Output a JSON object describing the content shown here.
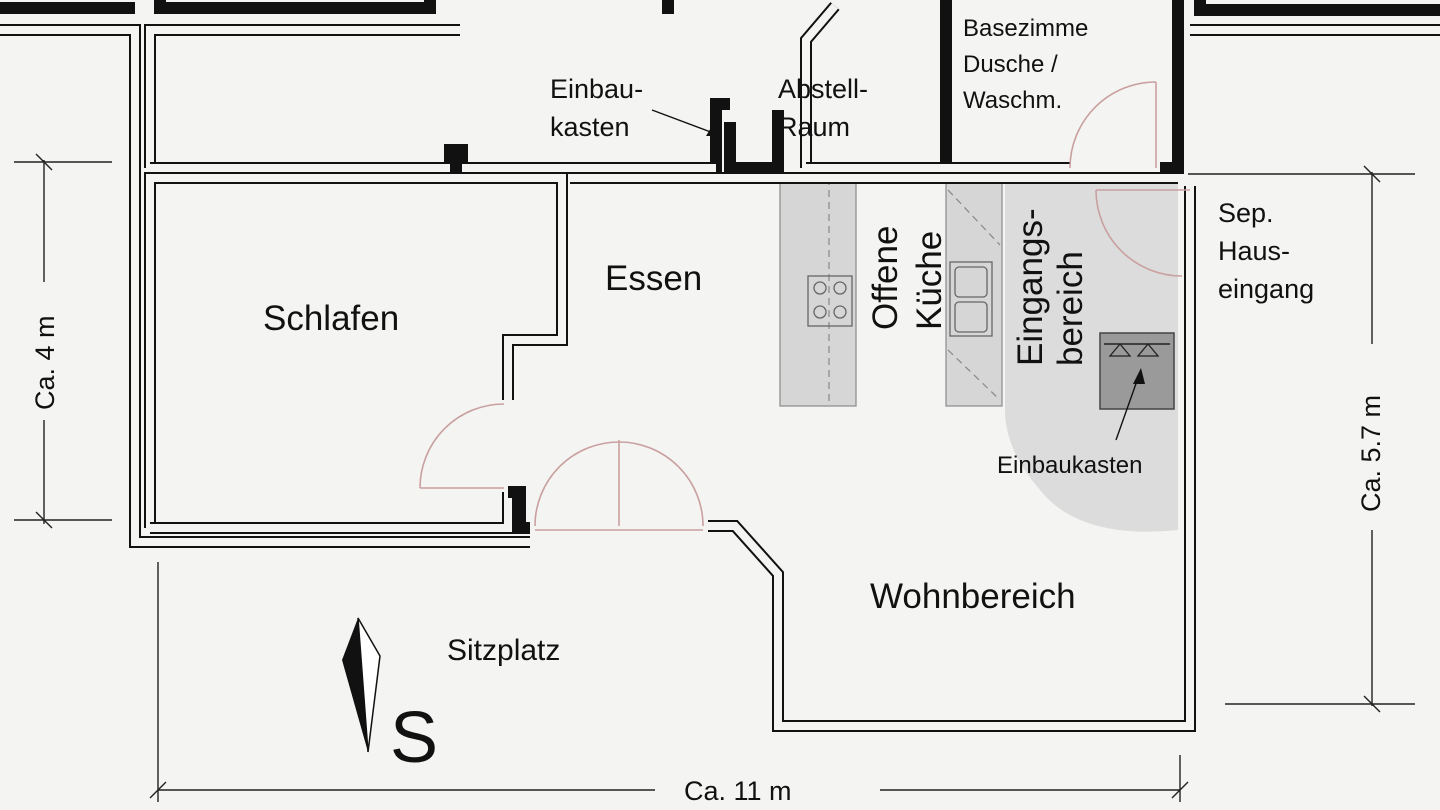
{
  "rooms": {
    "schlafen": "Schlafen",
    "essen": "Essen",
    "offene_kueche_line1": "Offene",
    "offene_kueche_line2": "Küche",
    "eingang_line1": "Eingangs-",
    "eingang_line2": "bereich",
    "wohnbereich": "Wohnbereich",
    "sitzplatz": "Sitzplatz",
    "abstell_line1": "Abstell-",
    "abstell_line2": "Raum",
    "einbau_top_line1": "Einbau-",
    "einbau_top_line2": "kasten",
    "einbaukasten": "Einbaukasten",
    "bad_line1": "Basezimme",
    "bad_line2": "Dusche /",
    "bad_line3": "Waschm.",
    "sep_line1": "Sep.",
    "sep_line2": "Haus-",
    "sep_line3": "eingang"
  },
  "dimensions": {
    "height_left": "Ca. 4 m",
    "height_right": "Ca. 5.7 m",
    "width_bottom": "Ca. 11 m"
  },
  "compass": {
    "direction": "S"
  },
  "colors": {
    "wall": "#111111",
    "door_arc": "#c9a0a0",
    "kitchen_fill": "#d6d6d6"
  }
}
